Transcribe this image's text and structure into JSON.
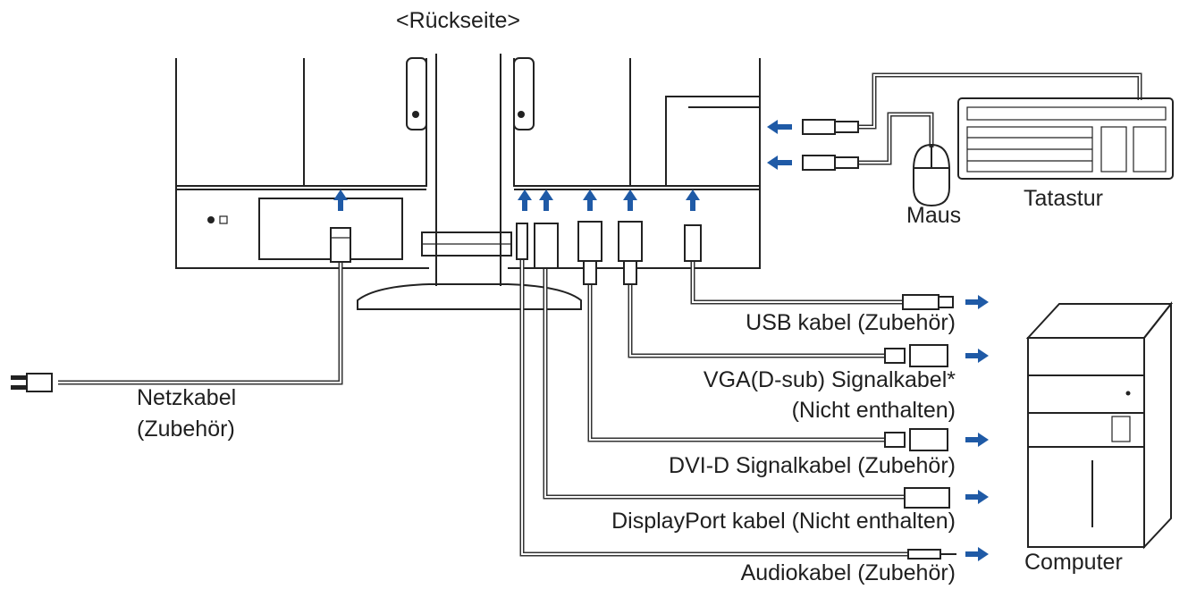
{
  "view_title": "<Rückseite>",
  "labels": {
    "netzkabel_line1": "Netzkabel",
    "netzkabel_line2": "(Zubehör)",
    "usb": "USB kabel (Zubehör)",
    "vga_line1": "VGA(D-sub) Signalkabel*",
    "vga_line2": "(Nicht enthalten)",
    "dvi": "DVI-D Signalkabel (Zubehör)",
    "displayport": "DisplayPort kabel (Nicht enthalten)",
    "audio": "Audiokabel (Zubehör)",
    "maus": "Maus",
    "tastatur": "Tatastur",
    "computer": "Computer"
  },
  "colors": {
    "arrow": "#1f5aa6",
    "line": "#222222"
  }
}
